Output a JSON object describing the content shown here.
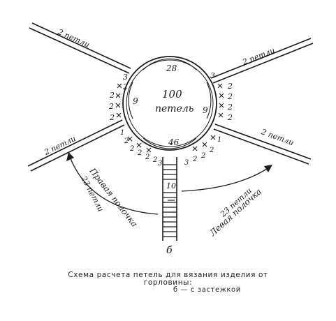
{
  "diagram": {
    "center_count": "100",
    "center_unit": "петель",
    "top_count": "28",
    "bottom_count": "46",
    "left_count": "9",
    "right_count": "9",
    "strap_count": "10",
    "label_b": "б",
    "arm_label": "2 петли",
    "right_arc_count": "23 петли",
    "right_arc_name": "Левая полочка",
    "left_arc_count": "23 петли",
    "left_arc_name": "Правая полочка",
    "left_side_numbers": [
      "3",
      "2",
      "2",
      "2",
      "2"
    ],
    "right_side_numbers": [
      "3",
      "2",
      "2",
      "2",
      "2"
    ],
    "lower_left_numbers": [
      "1",
      "2",
      "2",
      "2",
      "2",
      "2",
      "3"
    ],
    "lower_right_numbers": [
      "3",
      "2",
      "2",
      "2",
      "1"
    ]
  },
  "caption": {
    "line1": "Схема расчета петель для вязания изделия от",
    "line1b": "горловины:",
    "line2": "б — с застежкой"
  }
}
